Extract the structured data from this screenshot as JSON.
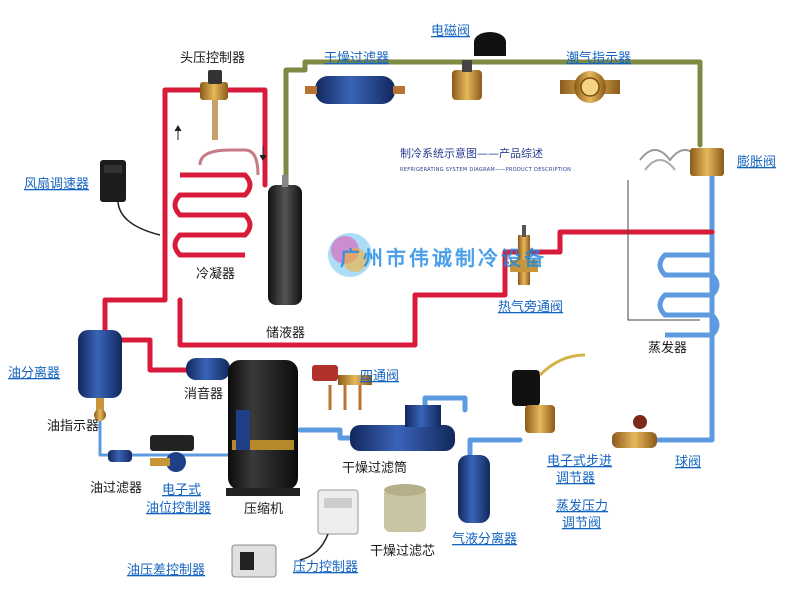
{
  "diagram": {
    "title": "制冷系统示意图——产品综述",
    "subtitle": "REFRIGERATING SYSTEM DIAGRAM——PRODUCT DESCRIPTION",
    "watermark": "广州市伟诚制冷设备",
    "labels": {
      "head_pressure_controller": "头压控制器",
      "dryer_filter_top": "干燥过滤器",
      "solenoid_valve": "电磁阀",
      "moisture_indicator": "潮气指示器",
      "expansion_valve": "膨胀阀",
      "fan_speed_controller": "风扇调速器",
      "condenser": "冷凝器",
      "receiver": "储液器",
      "hot_gas_bypass": "热气旁通阀",
      "evaporator": "蒸发器",
      "oil_separator": "油分离器",
      "muffler": "消音器",
      "four_way_valve": "四通阀",
      "oil_sight_glass": "油指示器",
      "oil_filter": "油过滤器",
      "electronic_oil_level_controller": [
        "电子式",
        "油位控制器"
      ],
      "compressor": "压缩机",
      "dryer_filter_shell": "干燥过滤筒",
      "electronic_stepper_regulator": [
        "电子式步进",
        "调节器"
      ],
      "ball_valve": "球阀",
      "evap_pressure_regulator": [
        "蒸发压力",
        "调节阀"
      ],
      "oil_pressure_diff_controller": "油压差控制器",
      "pressure_controller": "压力控制器",
      "dryer_filter_core": "干燥过滤芯",
      "gas_liquid_separator": "气液分离器"
    }
  },
  "colors": {
    "hot_line": "#d81b3a",
    "cold_line": "#5d9be0",
    "liquid_line": "#7d8a43",
    "component_blue": "#1f3f86",
    "label_text": "#1a1a1a",
    "label_blue": "#1565c0"
  }
}
